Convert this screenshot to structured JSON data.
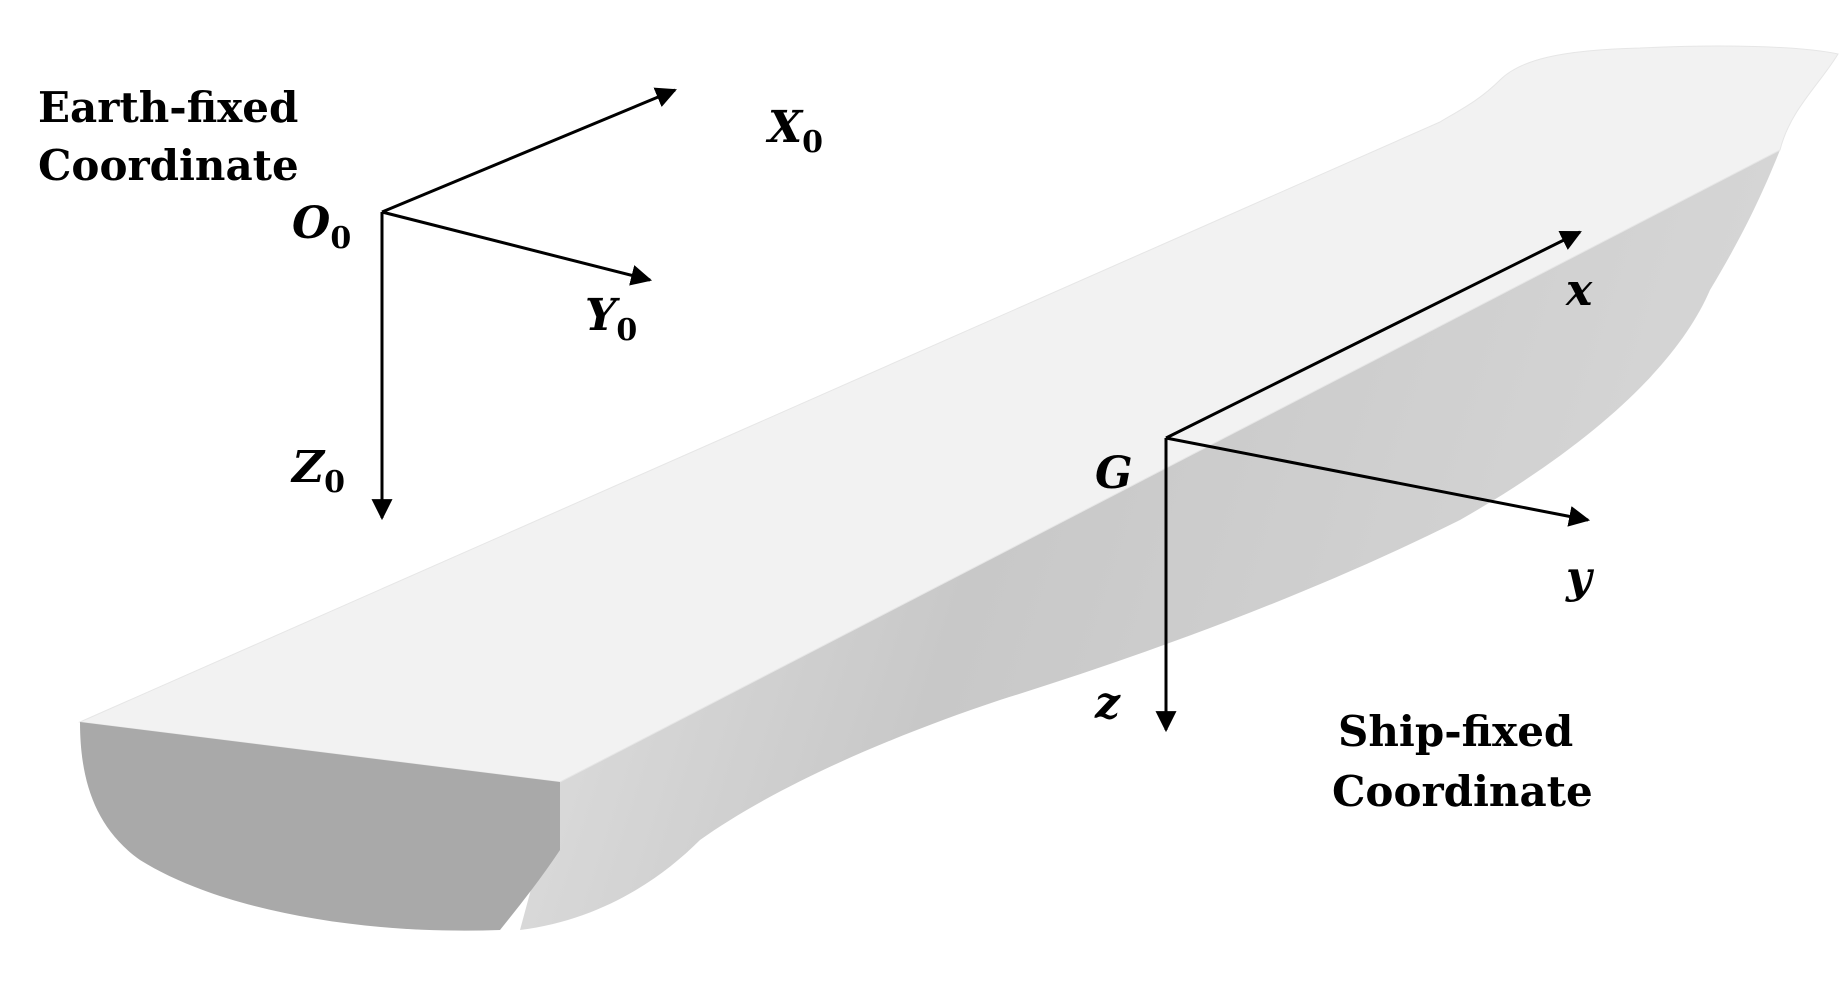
{
  "earth_frame": {
    "caption_line1": "Earth-fixed",
    "caption_line2": "Coordinate",
    "origin": {
      "letter": "O",
      "sub": "0"
    },
    "x_axis": {
      "letter": "X",
      "sub": "0"
    },
    "y_axis": {
      "letter": "Y",
      "sub": "0"
    },
    "z_axis": {
      "letter": "Z",
      "sub": "0"
    }
  },
  "ship_frame": {
    "caption_line1": "Ship-fixed",
    "caption_line2": "Coordinate",
    "origin": "G",
    "x_axis": "x",
    "y_axis": "y",
    "z_axis": "z"
  },
  "colors": {
    "hull_deck": "#f2f2f2",
    "hull_side": "#c9c9c9",
    "hull_stern": "#a9a9a9",
    "axis": "#000000"
  }
}
